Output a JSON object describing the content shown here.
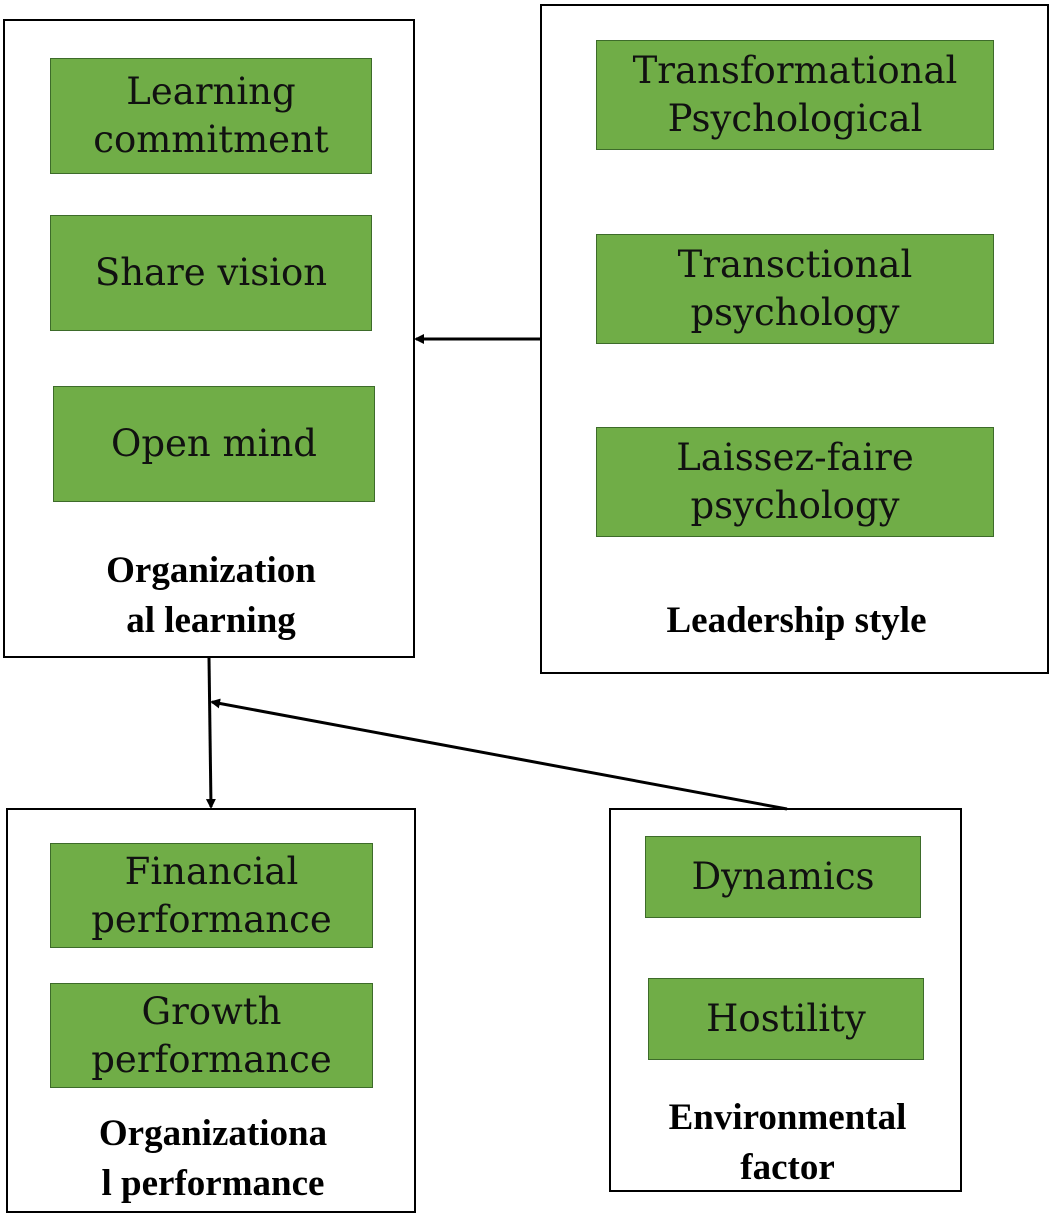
{
  "colors": {
    "item_fill": "#70ad47",
    "item_border": "#3d6b2a",
    "group_border": "#000000",
    "arrow": "#000000"
  },
  "groups": {
    "organizational_learning": {
      "label": "Organization\nal learning",
      "items": [
        "Learning\ncommitment",
        "Share vision",
        "Open mind"
      ]
    },
    "leadership_style": {
      "label": "Leadership style",
      "items": [
        "Transformational\nPsychological",
        "Transctional\npsychology",
        "Laissez-faire\npsychology"
      ]
    },
    "organizational_performance": {
      "label": "Organizationa\nl performance",
      "items": [
        "Financial\nperformance",
        "Growth\nperformance"
      ]
    },
    "environmental_factor": {
      "label": "Environmental\nfactor",
      "items": [
        "Dynamics",
        "Hostility"
      ]
    }
  },
  "arrows": [
    {
      "from": "leadership_style",
      "to": "organizational_learning"
    },
    {
      "from": "organizational_learning",
      "to": "organizational_performance"
    },
    {
      "from": "environmental_factor",
      "to": "organizational_learning-to-organizational_performance-link"
    }
  ]
}
